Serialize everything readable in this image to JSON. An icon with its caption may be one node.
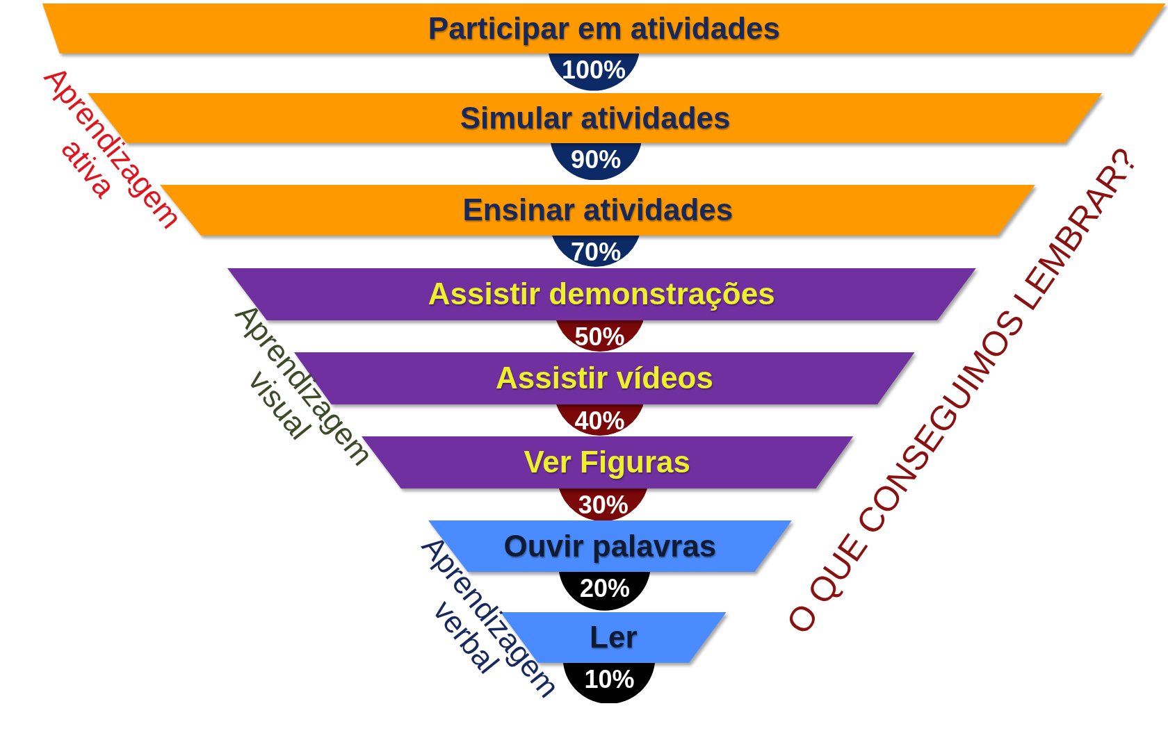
{
  "diagram": {
    "nodes": [
      {
        "text": [
          "Participar em atividades"
        ]
      },
      {
        "text": [
          "100%"
        ]
      },
      {
        "text": [
          "Simular atividades"
        ]
      },
      {
        "text": [
          "90%"
        ]
      },
      {
        "text": [
          "Ensinar atividades"
        ]
      },
      {
        "text": [
          "70%"
        ]
      },
      {
        "text": [
          "Assistir demonstrações"
        ]
      },
      {
        "text": [
          "50%"
        ]
      },
      {
        "text": [
          "Assistir vídeos"
        ]
      },
      {
        "text": [
          "40%"
        ]
      },
      {
        "text": [
          "Ver Figuras"
        ]
      },
      {
        "text": [
          "30%"
        ]
      },
      {
        "text": [
          "Ouvir palavras"
        ]
      },
      {
        "text": [
          "20%"
        ]
      },
      {
        "text": [
          "Ler"
        ]
      },
      {
        "text": [
          "10%"
        ]
      }
    ],
    "edges": [],
    "labels": [
      "Aprendizagem ativa",
      "Aprendizagem visual",
      "Aprendizagem verbal",
      "O QUE CONSEGUIMOS LEMBRAR?"
    ]
  }
}
